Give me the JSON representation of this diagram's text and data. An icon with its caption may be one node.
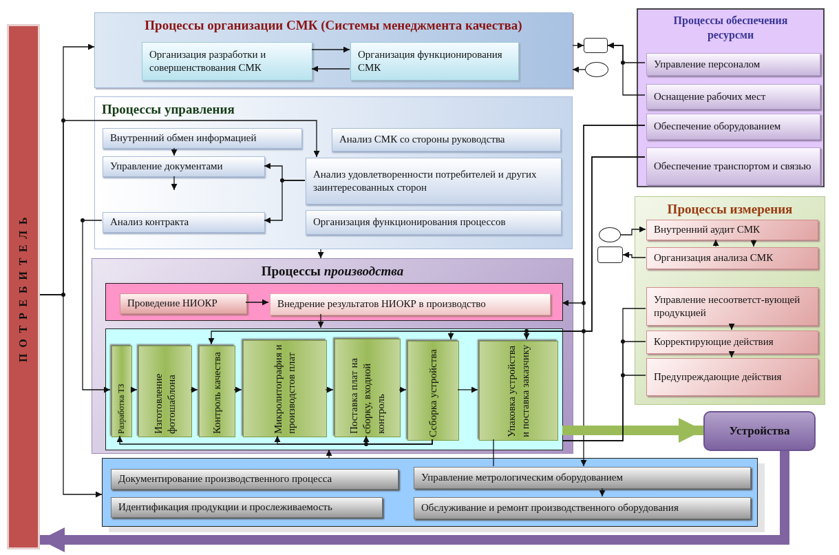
{
  "diagram": {
    "nodes": [
      {
        "text": [
          "ПОТРЕБИТЕЛЬ"
        ]
      },
      {
        "text": [
          "Процессы организации СМК (Системы менеджмента качества)"
        ]
      },
      {
        "text": [
          "Организация разработки и совершенствования СМК"
        ],
        "in": 1
      },
      {
        "text": [
          "Организация функционирования СМК"
        ],
        "in": 1
      },
      {
        "text": [
          "Процессы управления"
        ]
      },
      {
        "text": [
          "Внутренний обмен информацией"
        ],
        "in": 4
      },
      {
        "text": [
          "Управление документами"
        ],
        "in": 4
      },
      {
        "text": [
          "Анализ СМК со стороны руководства"
        ],
        "in": 4
      },
      {
        "text": [
          "Анализ удовлетворенности потребителей и других заинтересованных сторон"
        ],
        "in": 4
      },
      {
        "text": [
          "Анализ контракта"
        ],
        "in": 4
      },
      {
        "text": [
          "Организация функционирования процессов"
        ],
        "in": 4
      },
      {
        "text": [
          "Процессы *производства*"
        ]
      },
      {
        "text": [],
        "shape": "box",
        "in": 11
      },
      {
        "text": [
          "Проведение НИОКР"
        ],
        "in": 12
      },
      {
        "text": [
          "Внедрение результатов НИОКР в производство"
        ],
        "in": 12
      },
      {
        "text": [],
        "shape": "box",
        "in": 11
      },
      {
        "text": [
          "Разработка ТЗ"
        ],
        "in": 15
      },
      {
        "text": [
          "Изготовление фотошаблона"
        ],
        "in": 15
      },
      {
        "text": [
          "Контроль качества"
        ],
        "in": 15
      },
      {
        "text": [
          "Микролитография и производстов плат"
        ],
        "in": 15
      },
      {
        "text": [
          "Поставка плат на сборку, входной контроль"
        ],
        "in": 15
      },
      {
        "text": [
          "Ссборка устройства"
        ],
        "in": 15
      },
      {
        "text": [
          "Упаковка устройства и поставка заказчику"
        ],
        "in": 15
      },
      {
        "text": [],
        "shape": "box"
      },
      {
        "text": [
          "Документирование производственного процесса"
        ],
        "in": 23
      },
      {
        "text": [
          "Идентификация продукции и прослеживаемость"
        ],
        "in": 23
      },
      {
        "text": [
          "Управление метрологическим оборудованием"
        ],
        "in": 23
      },
      {
        "text": [
          "Обслуживание и ремонт производственного оборудования"
        ],
        "in": 23
      },
      {
        "text": [
          "Процессы обеспечения ресурсми"
        ]
      },
      {
        "text": [
          "Управление персоналом"
        ],
        "in": 28
      },
      {
        "text": [
          "Оснащение рабочих мест"
        ],
        "in": 28
      },
      {
        "text": [
          "Обеспечение оборудованием"
        ],
        "in": 28
      },
      {
        "text": [
          "Обеспечение транспортом и связью"
        ],
        "in": 28
      },
      {
        "text": [
          "Процессы измерения"
        ]
      },
      {
        "text": [
          "Внутренний аудит СМК"
        ],
        "in": 33
      },
      {
        "text": [
          "Организация анализа СМК"
        ],
        "in": 33
      },
      {
        "text": [
          "Управление несоответст-вующей продукцией"
        ],
        "in": 33
      },
      {
        "text": [
          "Корректирующие действия"
        ],
        "in": 33
      },
      {
        "text": [
          "Предупреждающие действия"
        ],
        "in": 33
      },
      {
        "text": [
          "Устройства"
        ]
      },
      {
        "text": [],
        "shape": "box"
      },
      {
        "text": [],
        "shape": "circle"
      },
      {
        "text": [],
        "shape": "circle"
      },
      {
        "text": [],
        "shape": "box"
      }
    ],
    "edges": [
      {
        "from": 0,
        "to": 1,
        "arrow": "to"
      },
      {
        "from": 0,
        "to": 8,
        "arrow": "to"
      },
      {
        "from": 0,
        "to": 23,
        "arrow": "to"
      },
      {
        "from": 9,
        "to": 16,
        "arrow": "to"
      },
      {
        "from": 2,
        "to": 3,
        "arrow": "to"
      },
      {
        "from": 3,
        "to": 2,
        "arrow": "to"
      },
      {
        "from": 5,
        "to": 6,
        "arrow": "to"
      },
      {
        "from": 6,
        "to": null,
        "arrow": "to"
      },
      {
        "from": 8,
        "to": 9,
        "arrow": "to"
      },
      {
        "from": 8,
        "to": 6,
        "arrow": "to"
      },
      {
        "from": 4,
        "to": 11,
        "arrow": "to"
      },
      {
        "from": 13,
        "to": 14,
        "arrow": "to"
      },
      {
        "from": 14,
        "to": 15,
        "arrow": "to"
      },
      {
        "from": 16,
        "to": 17,
        "arrow": "to"
      },
      {
        "from": 17,
        "to": 18,
        "arrow": "to"
      },
      {
        "from": 18,
        "to": 19,
        "arrow": "to"
      },
      {
        "from": 19,
        "to": 20,
        "arrow": "to"
      },
      {
        "from": 20,
        "to": 21,
        "arrow": "to"
      },
      {
        "from": 21,
        "to": 22,
        "arrow": "to"
      },
      {
        "from": 21,
        "to": 16,
        "arrow": "to"
      },
      {
        "from": 21,
        "to": 19,
        "arrow": "to"
      },
      {
        "from": 21,
        "to": 20,
        "arrow": "to"
      },
      {
        "from": 31,
        "to": 12,
        "arrow": "to"
      },
      {
        "from": 31,
        "to": 26,
        "arrow": "to"
      },
      {
        "from": 32,
        "to": 18,
        "arrow": "to"
      },
      {
        "from": 32,
        "to": 21,
        "arrow": "to"
      },
      {
        "from": 32,
        "to": 22,
        "arrow": "to"
      },
      {
        "from": 22,
        "to": 26,
        "arrow": "none"
      },
      {
        "from": 15,
        "to": 39,
        "arrow": "to",
        "style": "thick",
        "color": "#9bbb59"
      },
      {
        "from": 39,
        "to": 0,
        "arrow": "to",
        "style": "thick",
        "color": "#8064a2"
      },
      {
        "from": 23,
        "to": 15,
        "arrow": "to"
      },
      {
        "from": 26,
        "to": 27,
        "arrow": "to"
      },
      {
        "from": 36,
        "to": 15,
        "arrow": "none"
      },
      {
        "from": 37,
        "to": 15,
        "arrow": "none"
      },
      {
        "from": 38,
        "to": 15,
        "arrow": "none"
      },
      {
        "from": 42,
        "to": 34,
        "arrow": "to"
      },
      {
        "from": 35,
        "to": 43,
        "arrow": "to"
      },
      {
        "from": 35,
        "to": 34,
        "arrow": "to"
      },
      {
        "from": 34,
        "to": 35,
        "arrow": "to"
      },
      {
        "from": 36,
        "to": 37,
        "arrow": "to"
      },
      {
        "from": 37,
        "to": 38,
        "arrow": "to"
      },
      {
        "from": 1,
        "to": 40,
        "arrow": "to"
      },
      {
        "from": 29,
        "to": 40,
        "arrow": "to"
      },
      {
        "from": 30,
        "to": 40,
        "arrow": "to"
      },
      {
        "from": 41,
        "to": 1,
        "arrow": "to"
      }
    ]
  }
}
